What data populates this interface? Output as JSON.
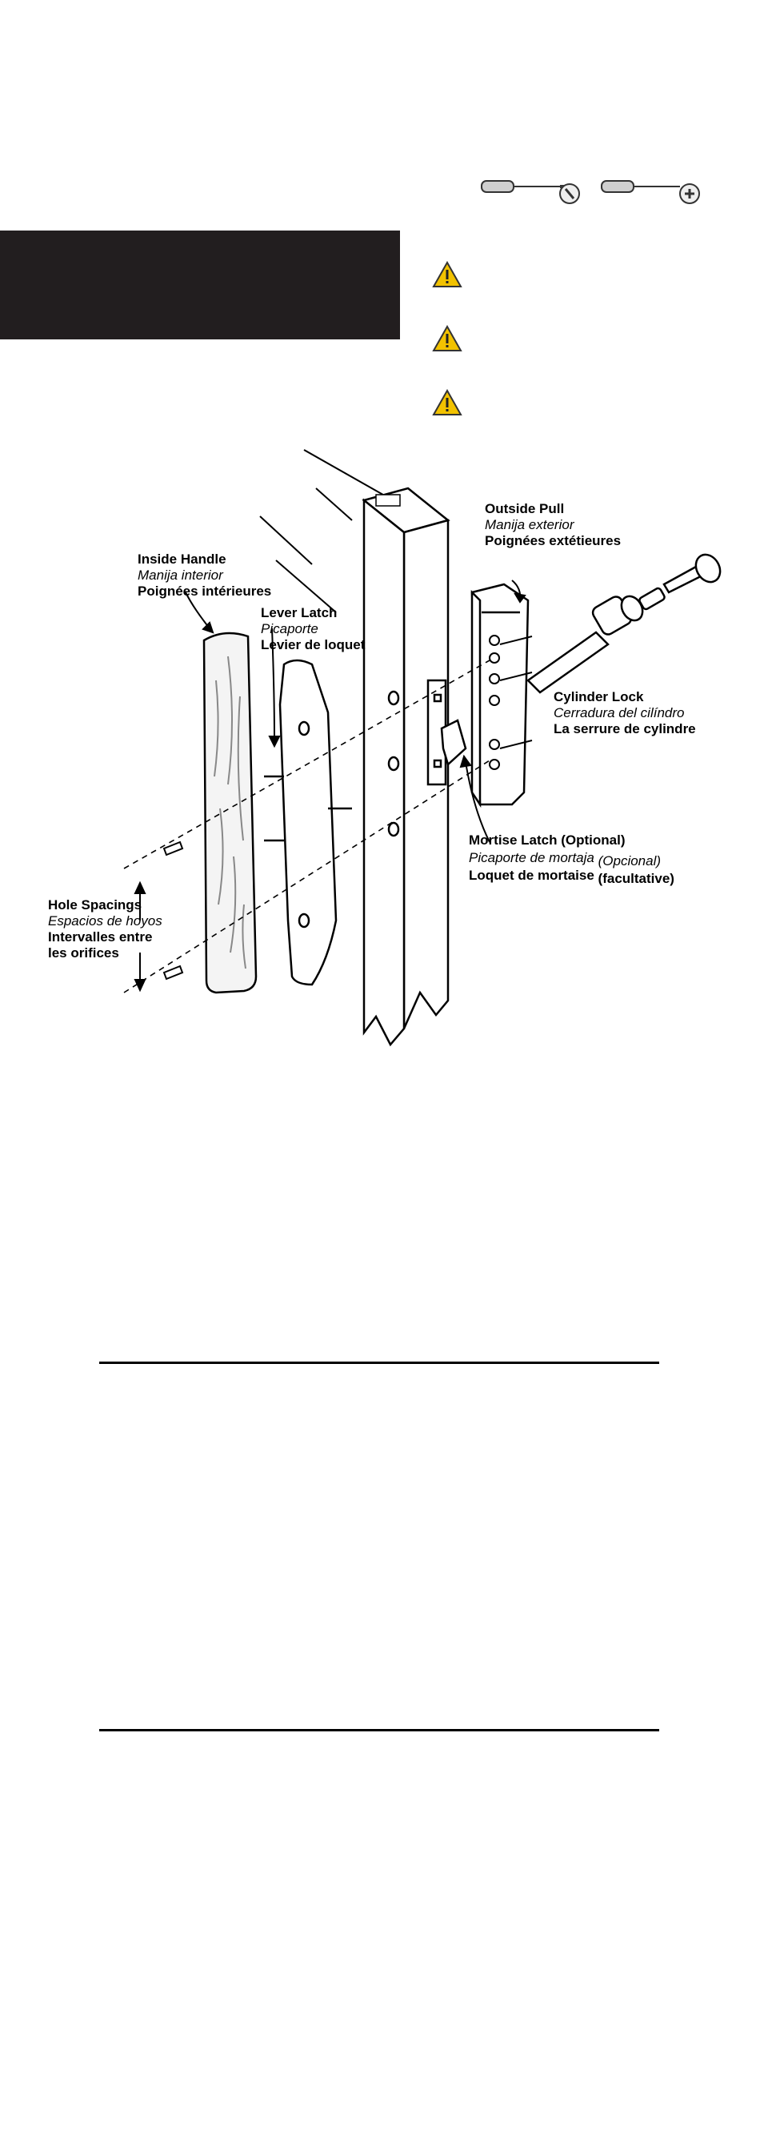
{
  "warnings": {
    "count": 3,
    "color": "#f2c200"
  },
  "icons": [
    "screwdriver-flat-icon",
    "screwdriver-phillips-icon",
    "warning-icon"
  ],
  "labels": {
    "outside_pull": {
      "en": "Outside Pull",
      "es": "Manija exterior",
      "fr": "Poignées extétieures"
    },
    "inside_handle": {
      "en": "Inside Handle",
      "es": "Manija interior",
      "fr": "Poignées intérieures"
    },
    "lever_latch": {
      "en": "Lever Latch",
      "es": "Picaporte",
      "fr": "Levier de loquet"
    },
    "cylinder_lock": {
      "en": "Cylinder Lock",
      "es": "Cerradura del cilíndro",
      "fr": "La serrure de cylindre"
    },
    "mortise_latch": {
      "en": "Mortise Latch (Optional)",
      "es": "Picaporte de mortaja",
      "es2": "(Opcional)",
      "fr": "Loquet de mortaise",
      "fr2": "(facultative)"
    },
    "hole_spacings": {
      "en": "Hole Spacings",
      "es": "Espacios de hoyos",
      "fr": "Intervalles entre",
      "fr2": "les orifices"
    }
  }
}
